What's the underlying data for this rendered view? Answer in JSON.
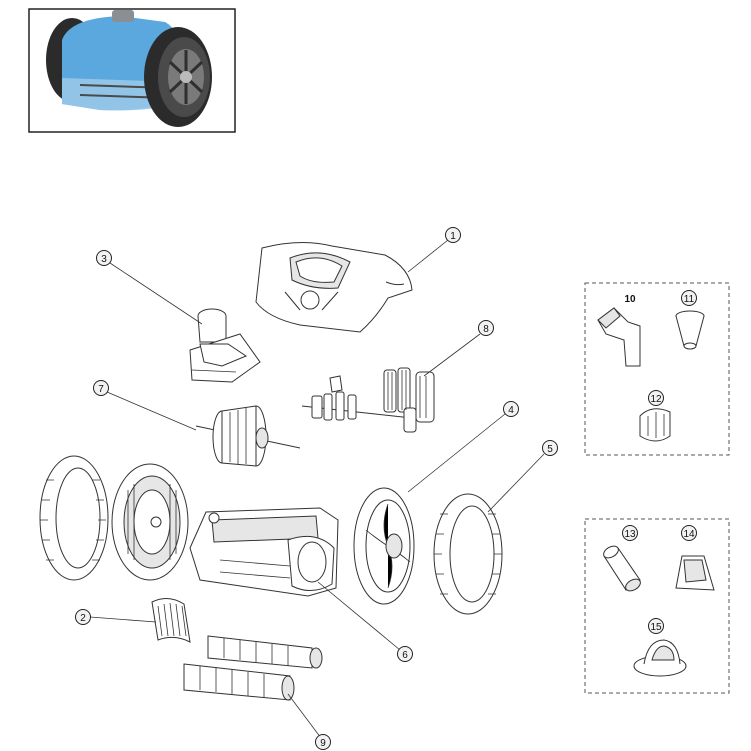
{
  "parts": [
    {
      "number": "1"
    },
    {
      "number": "2"
    },
    {
      "number": "3"
    },
    {
      "number": "4"
    },
    {
      "number": "5"
    },
    {
      "number": "6"
    },
    {
      "number": "7"
    },
    {
      "number": "8"
    },
    {
      "number": "9"
    },
    {
      "number": "10"
    },
    {
      "number": "11"
    },
    {
      "number": "12"
    },
    {
      "number": "13"
    },
    {
      "number": "14"
    },
    {
      "number": "15"
    }
  ],
  "colors": {
    "body_blue": "#5aa8de",
    "tire_dark": "#2b2b2b",
    "line": "#333333",
    "callout_fill": "#f2f2f2"
  }
}
